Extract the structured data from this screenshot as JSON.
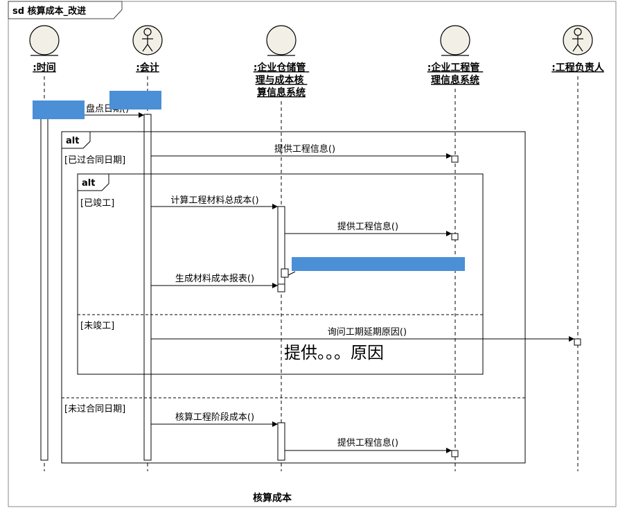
{
  "frame": {
    "title": "sd 核算成本_改进",
    "caption": "核算成本"
  },
  "lifelines": {
    "time": {
      "label": ":时间",
      "kind": "entity"
    },
    "accountant": {
      "label": ":会计",
      "kind": "actor"
    },
    "warehouse": {
      "label_lines": [
        ":企业仓储管",
        "理与成本核",
        "算信息系统"
      ],
      "kind": "entity"
    },
    "engineering": {
      "label_lines": [
        ":企业工程管",
        "理信息系统"
      ],
      "kind": "entity"
    },
    "manager": {
      "label": ":工程负责人",
      "kind": "actor"
    }
  },
  "fragments": {
    "outer": {
      "keyword": "alt",
      "guard1": "[已过合同日期]",
      "guard2": "[未过合同日期]"
    },
    "inner": {
      "keyword": "alt",
      "guard1": "[已竣工]",
      "guard2": "[未竣工]"
    }
  },
  "messages": {
    "m1": "盘点日期()",
    "m2": "提供工程信息()",
    "m3": "计算工程材料总成本()",
    "m4": "提供工程信息()",
    "m5": "生成材料成本报表()",
    "m6": "询问工期延期原因()",
    "m7": "提供。。。原因",
    "m8": "核算工程阶段成本()",
    "m9": "提供工程信息()"
  },
  "colors": {
    "entity_fill": "#f2f0e6",
    "redaction": "#4b8fd6",
    "line": "#000000"
  }
}
